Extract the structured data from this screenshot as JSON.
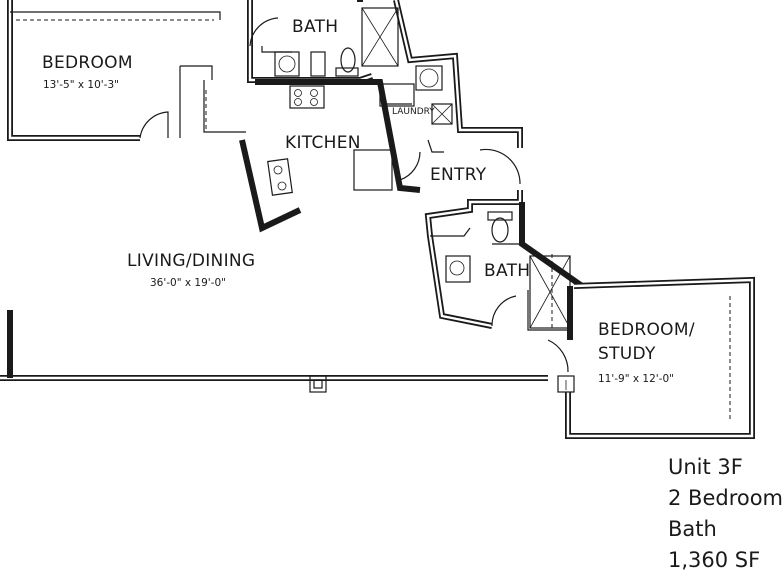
{
  "rooms": {
    "bedroom": {
      "name": "BEDROOM",
      "dims": "13'-5\" x 10'-3\""
    },
    "bath_1": {
      "name": "BATH"
    },
    "kitchen": {
      "name": "KITCHEN"
    },
    "laundry": {
      "name": "LAUNDRY"
    },
    "entry": {
      "name": "ENTRY"
    },
    "living_dining": {
      "name": "LIVING/DINING",
      "dims": "36'-0\" x 19'-0\""
    },
    "bath_2": {
      "name": "BATH"
    },
    "bedroom_study": {
      "name_line1": "BEDROOM/",
      "name_line2": "STUDY",
      "dims": "11'-9\" x 12'-0\""
    }
  },
  "unit": {
    "line1": "Unit 3F",
    "line2": "2 Bedroom",
    "line3": "Bath",
    "line4": "1,360 SF"
  }
}
